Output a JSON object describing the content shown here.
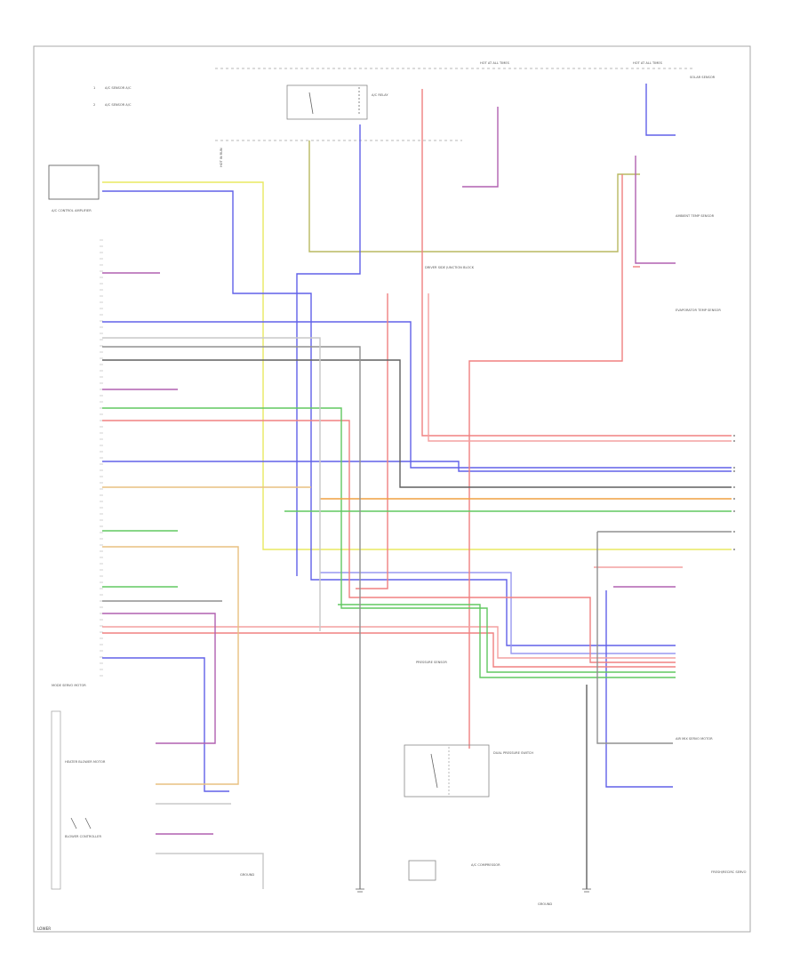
{
  "legend": [
    {
      "marker": "1",
      "text": "A/C SENSOR A/C"
    },
    {
      "marker": "2",
      "text": "A/C SENSOR A/C"
    }
  ],
  "labels": {
    "hot_in_run": "HOT IN RUN",
    "hot_at_all_times": "HOT AT ALL TIMES",
    "fuse_at_all_times": "HOT AT ALL TIMES",
    "relay": "A/C RELAY",
    "climate_module": "A/C CONTROL AMPLIFIER",
    "heater_blower": "HEATER BLOWER MOTOR",
    "compressor": "A/C COMPRESSOR",
    "mode_servo": "MODE SERVO MOTOR",
    "junction_block": "DRIVER SIDE JUNCTION BLOCK",
    "dual_pressure": "DUAL PRESSURE SWITCH",
    "air_mix_servo": "AIR MIX SERVO MOTOR",
    "blower_controller": "BLOWER CONTROLLER",
    "ambient_sensor": "AMBIENT TEMP SENSOR",
    "evaporator_sensor": "EVAPORATOR TEMP SENSOR",
    "solar_sensor": "SOLAR SENSOR",
    "pressure_sensor": "PRESSURE SENSOR",
    "ground_left": "GROUND",
    "ground_right": "GROUND",
    "fresh_servo": "FRESH/RECIRC SERVO"
  },
  "footer": "LOWER",
  "colors": {
    "red": "#f08080",
    "pink": "#f4a0a0",
    "blue": "#6060e8",
    "lightblue": "#9898f0",
    "yellow": "#e8e860",
    "olive": "#b8b860",
    "green": "#60c860",
    "violet": "#b060b0",
    "orange": "#f0a040",
    "black": "#404040",
    "gray": "#909090",
    "lightgray": "#c8c8c8",
    "frame": "#a8a8a8"
  }
}
